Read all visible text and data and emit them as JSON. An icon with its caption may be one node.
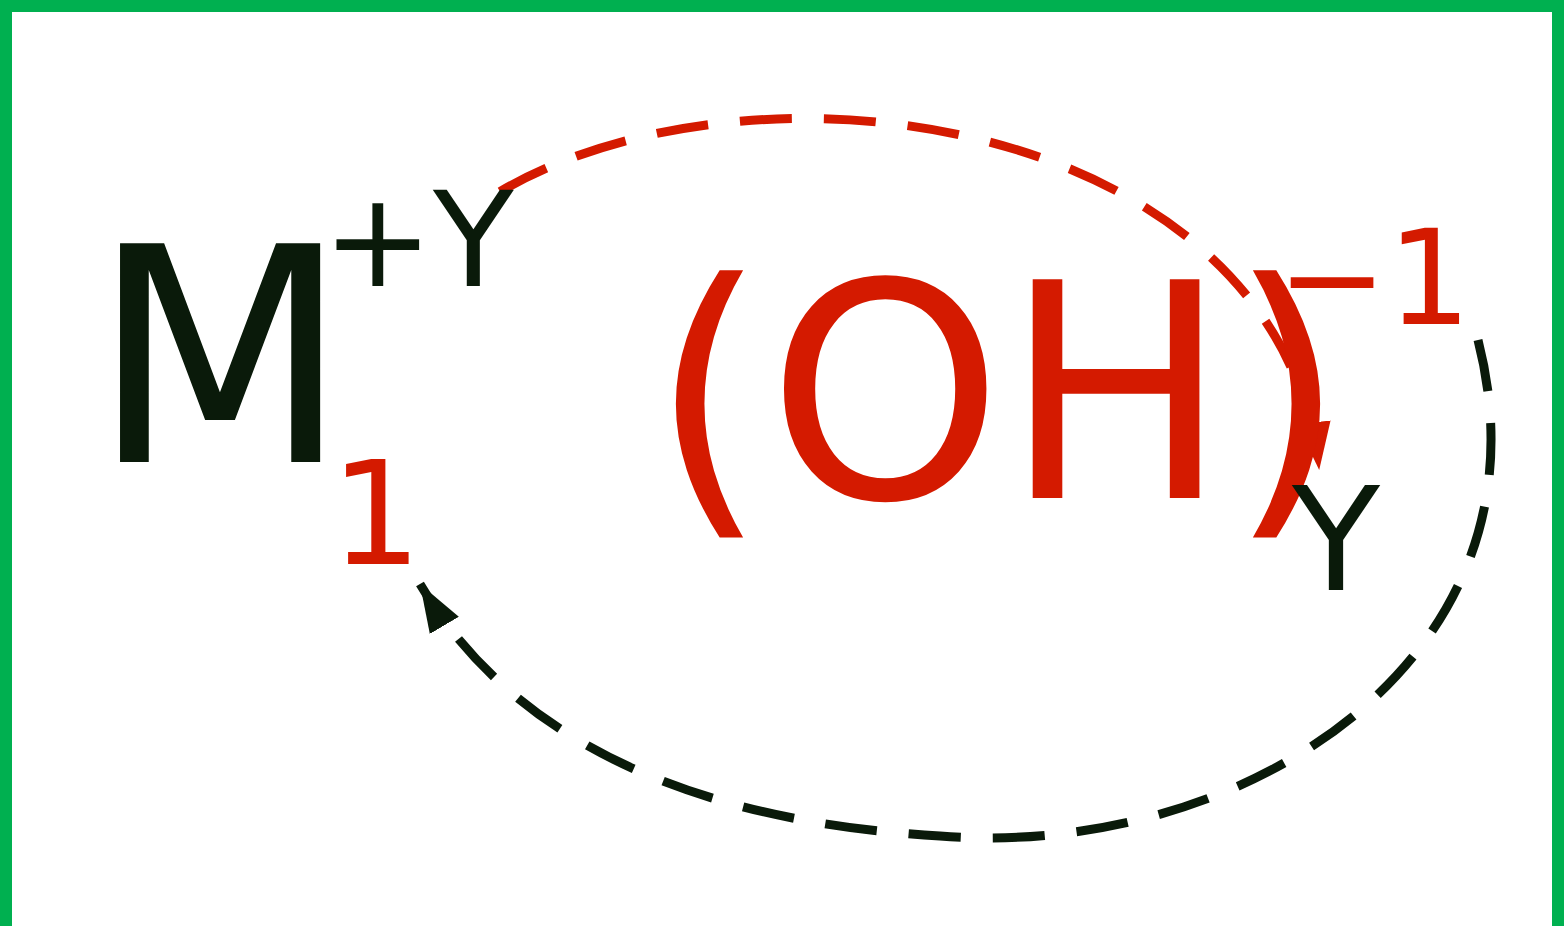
{
  "diagram": {
    "nodes": [
      {
        "text": [
          "M"
        ]
      },
      {
        "text": [
          "+Y"
        ]
      },
      {
        "text": [
          "1"
        ]
      },
      {
        "text": [
          "(OH)"
        ]
      },
      {
        "text": [
          "−1"
        ]
      },
      {
        "text": [
          "Y"
        ]
      }
    ],
    "edges": [
      {
        "from": 1,
        "to": 5,
        "arrow": "to",
        "style": "dashed",
        "color": "#d41a00"
      },
      {
        "from": 4,
        "to": 2,
        "arrow": "to",
        "style": "dashed",
        "color": "#0a1a0a"
      }
    ]
  }
}
